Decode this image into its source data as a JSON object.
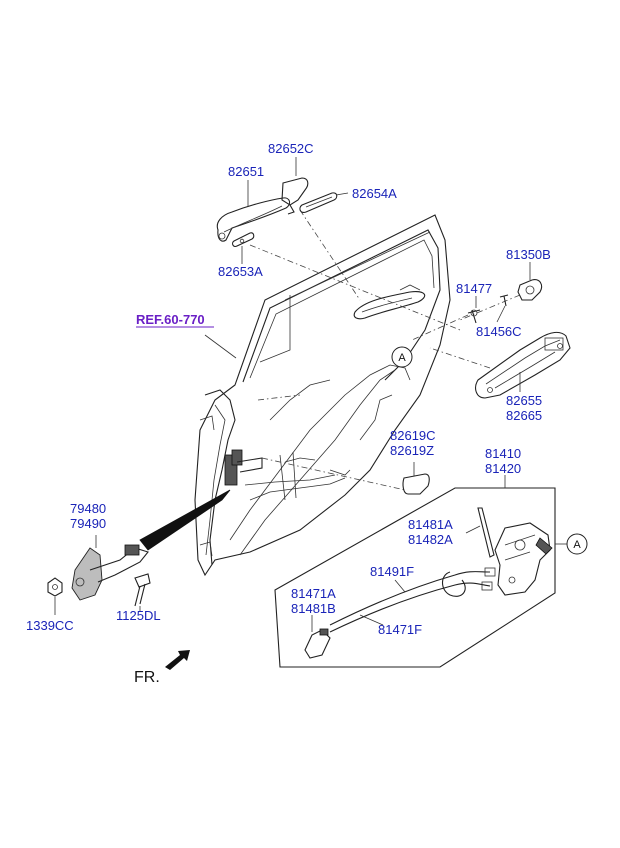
{
  "labels": {
    "l82652c": "82652C",
    "l82651": "82651",
    "l82654a": "82654A",
    "l82653a": "82653A",
    "l81350b": "81350B",
    "l81477": "81477",
    "l81456c": "81456C",
    "lref": "REF.60-770",
    "l82655": "82655",
    "l82665": "82665",
    "l82619c": "82619C",
    "l82619z": "82619Z",
    "l81410": "81410",
    "l81420": "81420",
    "l79480": "79480",
    "l79490": "79490",
    "l81481a": "81481A",
    "l81482a": "81482A",
    "l81491f": "81491F",
    "l81471a": "81471A",
    "l81481b": "81481B",
    "l81471f": "81471F",
    "l1339cc": "1339CC",
    "l1125dl": "1125DL",
    "fr": "FR.",
    "callout_a1": "A",
    "callout_a2": "A"
  },
  "colors": {
    "label": "#1a24b8",
    "ref_link": "#6a1fc6"
  }
}
